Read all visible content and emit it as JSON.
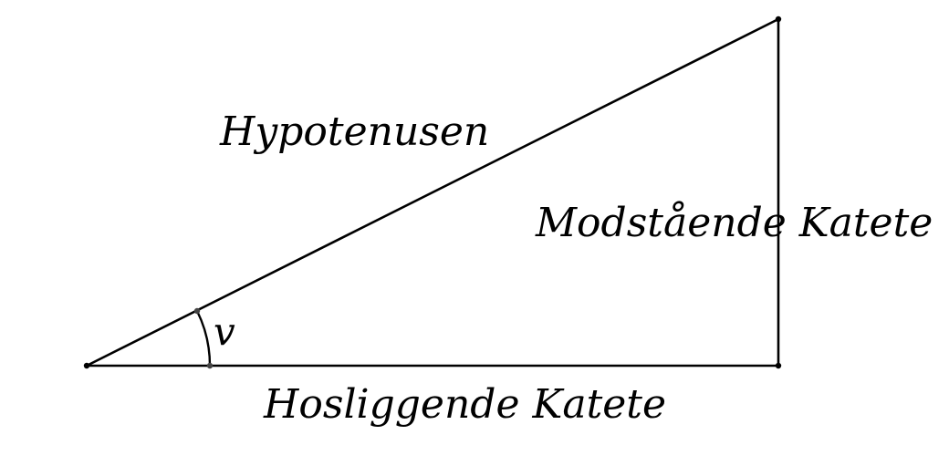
{
  "labels": {
    "hypotenuse": "Hypotenusen",
    "opposite": "Modstående Katete",
    "adjacent": "Hosliggende Katete",
    "angle": "v"
  },
  "colors": {
    "stroke": "#000000",
    "background": "#ffffff"
  }
}
